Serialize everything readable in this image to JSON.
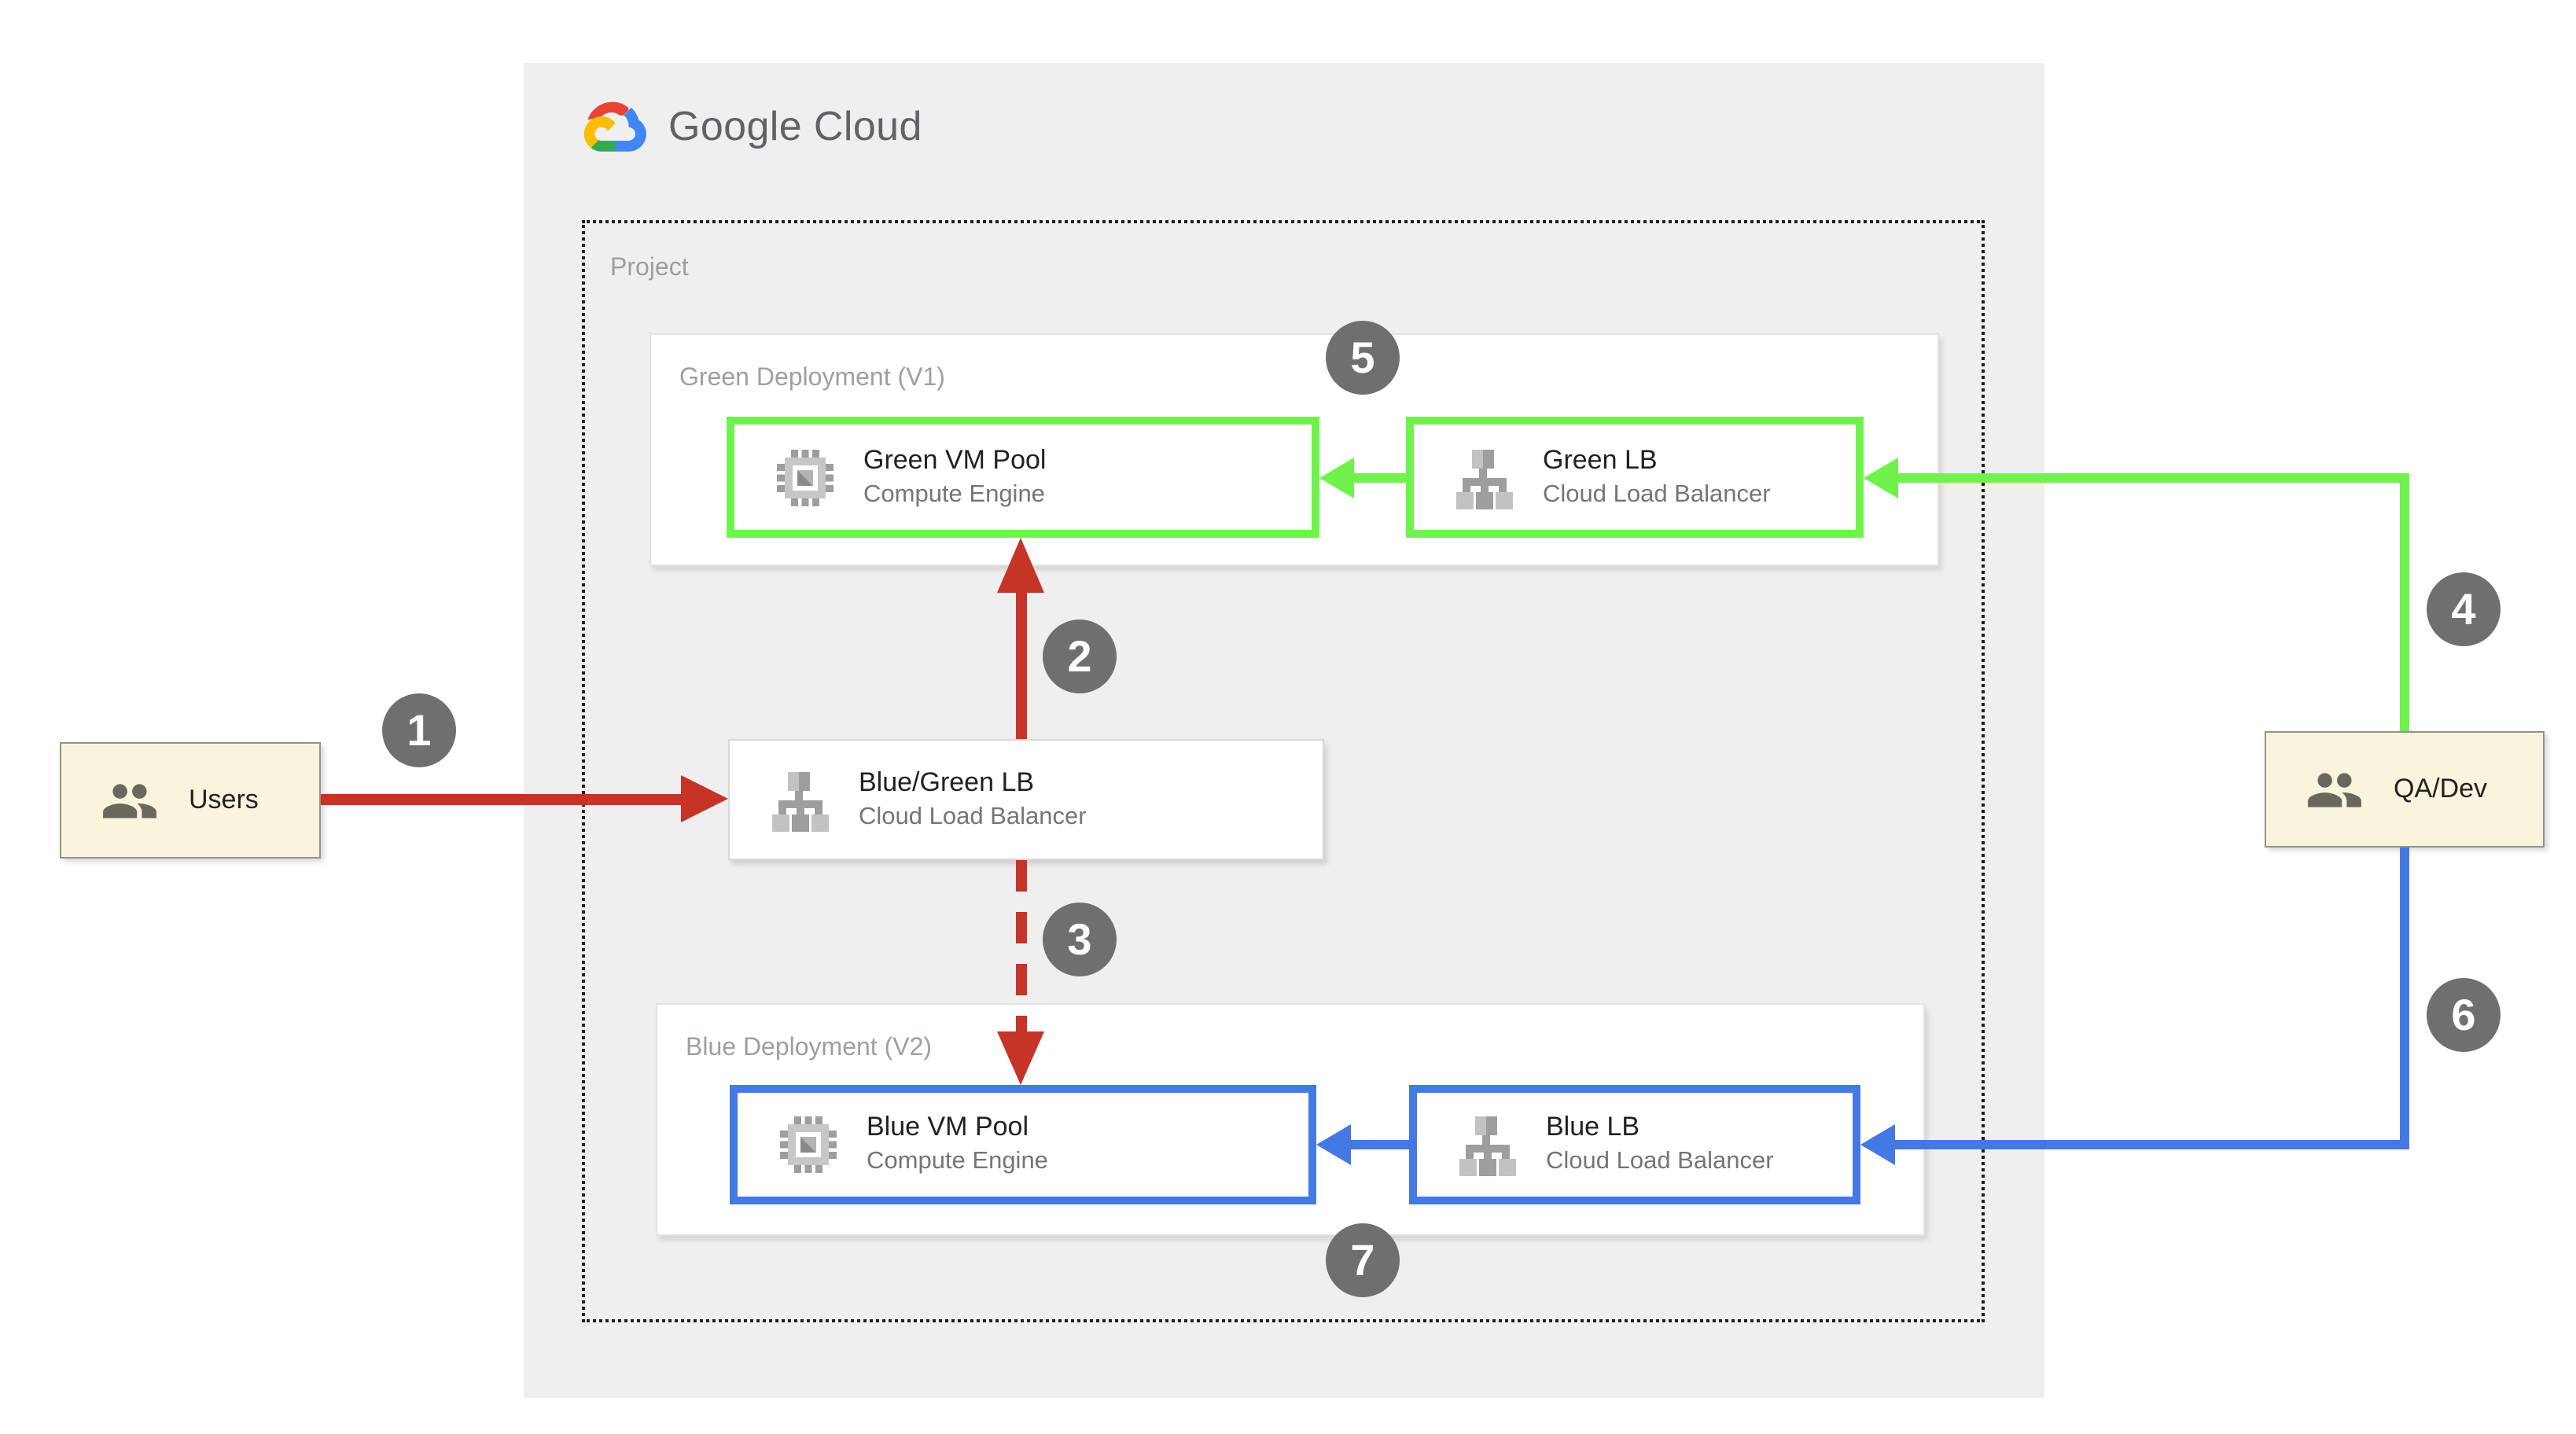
{
  "brand": {
    "logo_text": "Google Cloud"
  },
  "project": {
    "label": "Project"
  },
  "groups": {
    "green": {
      "label": "Green Deployment (V1)"
    },
    "blue": {
      "label": "Blue Deployment (V2)"
    }
  },
  "nodes": {
    "green_vm": {
      "title": "Green VM Pool",
      "subtitle": "Compute Engine"
    },
    "green_lb": {
      "title": "Green LB",
      "subtitle": "Cloud Load Balancer"
    },
    "bluegreen_lb": {
      "title": "Blue/Green LB",
      "subtitle": "Cloud Load Balancer"
    },
    "blue_vm": {
      "title": "Blue VM Pool",
      "subtitle": "Compute Engine"
    },
    "blue_lb": {
      "title": "Blue LB",
      "subtitle": "Cloud Load Balancer"
    }
  },
  "actors": {
    "users": {
      "label": "Users"
    },
    "qadev": {
      "label": "QA/Dev"
    }
  },
  "steps": {
    "s1": "1",
    "s2": "2",
    "s3": "3",
    "s4": "4",
    "s5": "5",
    "s6": "6",
    "s7": "7"
  },
  "colors": {
    "green_accent": "#6FF24C",
    "blue_accent": "#4478E4",
    "red_accent": "#C63327",
    "step_circle": "#6E6F71",
    "actor_bg": "#FAF4DC",
    "panel_bg": "#EFEFEF",
    "title_text": "#212121",
    "subtitle_text": "#757575",
    "group_label_text": "#9AA0A6",
    "project_label_text": "#9E9E9E",
    "logo_text": "#5F6368",
    "people_icon": "#69685C",
    "logo_red": "#EA4335",
    "logo_blue": "#4285F4",
    "logo_green": "#34A853",
    "logo_yellow": "#FBBC05"
  }
}
